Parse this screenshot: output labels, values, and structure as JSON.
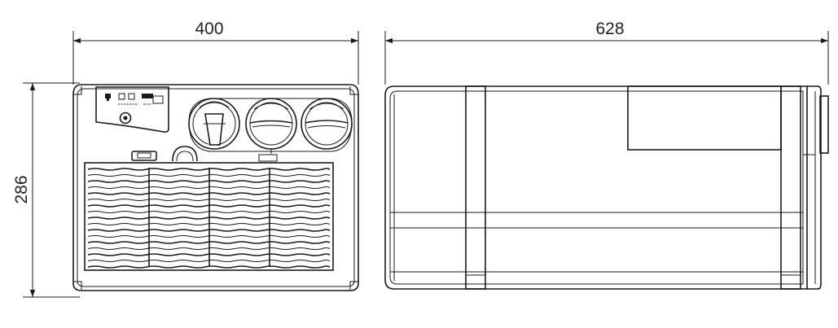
{
  "dimensions": {
    "front_width": "400",
    "side_length": "628",
    "height": "286"
  },
  "colors": {
    "line": "#1a1a1a",
    "background": "#ffffff"
  }
}
